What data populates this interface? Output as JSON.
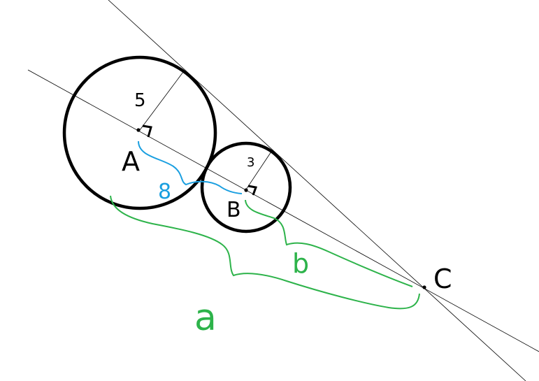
{
  "diagram": {
    "points": {
      "a_label": "A",
      "b_label": "B",
      "c_label": "C"
    },
    "radii": {
      "a_radius": "5",
      "b_radius": "3"
    },
    "distances": {
      "ab_label": "8",
      "bc_label": "b",
      "ac_label": "a"
    },
    "colors": {
      "ink": "#000000",
      "blue": "#1a9fe0",
      "green": "#2db34a"
    }
  }
}
